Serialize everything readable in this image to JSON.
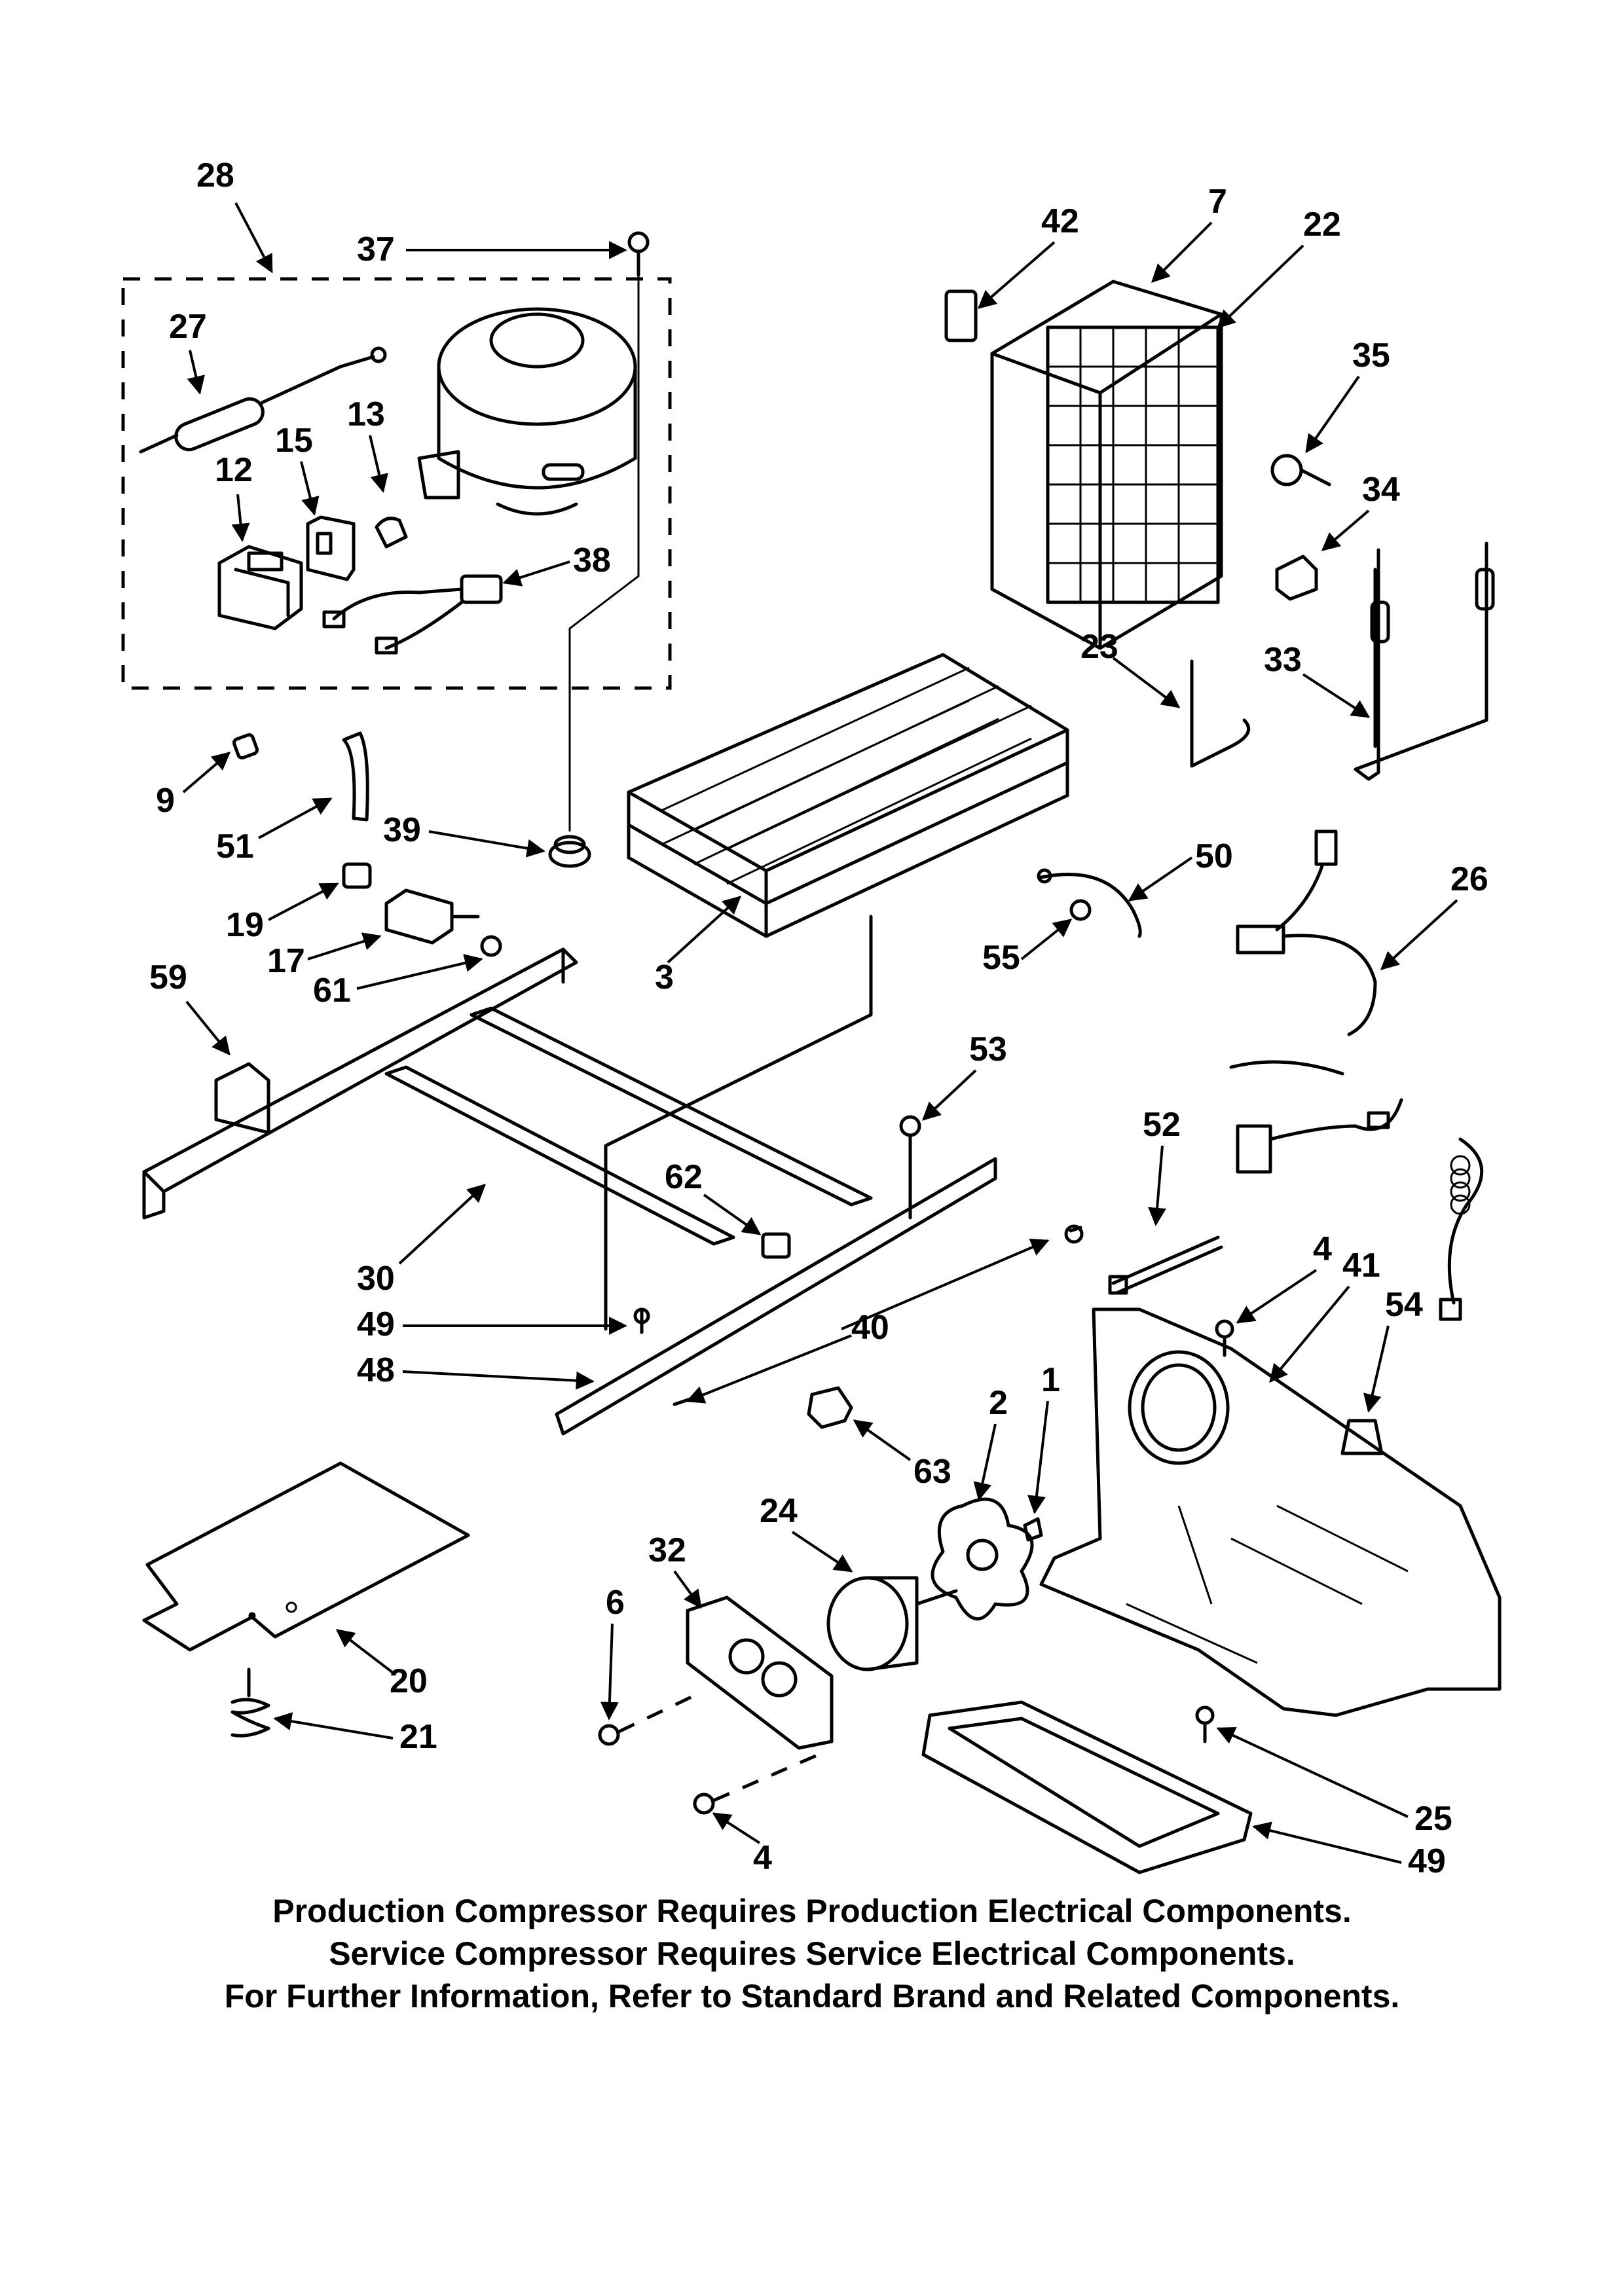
{
  "diagram": {
    "callouts": [
      "28",
      "37",
      "27",
      "15",
      "13",
      "12",
      "38",
      "42",
      "7",
      "22",
      "35",
      "34",
      "23",
      "33",
      "9",
      "51",
      "39",
      "19",
      "17",
      "61",
      "3",
      "50",
      "55",
      "26",
      "59",
      "53",
      "62",
      "52",
      "30",
      "49",
      "48",
      "40",
      "4",
      "41",
      "54",
      "63",
      "2",
      "1",
      "24",
      "32",
      "6",
      "20",
      "21",
      "25",
      "49",
      "4"
    ]
  },
  "notes": {
    "line1": "Production Compressor Requires Production Electrical Components.",
    "line2": "Service Compressor Requires Service Electrical Components.",
    "line3": "For Further Information, Refer to Standard Brand and Related Components."
  }
}
